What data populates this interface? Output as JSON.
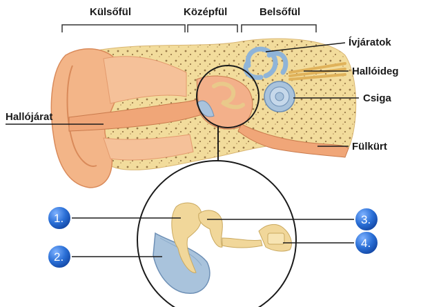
{
  "sections": {
    "outer_ear": "Külsőfül",
    "middle_ear": "Középfül",
    "inner_ear": "Belsőfül"
  },
  "labels": {
    "semicircular_canals": "Ívjáratok",
    "auditory_nerve": "Hallóideg",
    "cochlea": "Csiga",
    "eustachian_tube": "Fülkürt",
    "ear_canal": "Hallójárat"
  },
  "markers": {
    "m1": "1.",
    "m2": "2.",
    "m3": "3.",
    "m4": "4."
  },
  "colors": {
    "skin": "#f3b588",
    "bone": "#f2dc9c",
    "canal": "#f0a678",
    "membrane_blue": "#a9c3dc",
    "ossicle": "#f1d79a",
    "marker_blue": "#2a6fd6"
  }
}
